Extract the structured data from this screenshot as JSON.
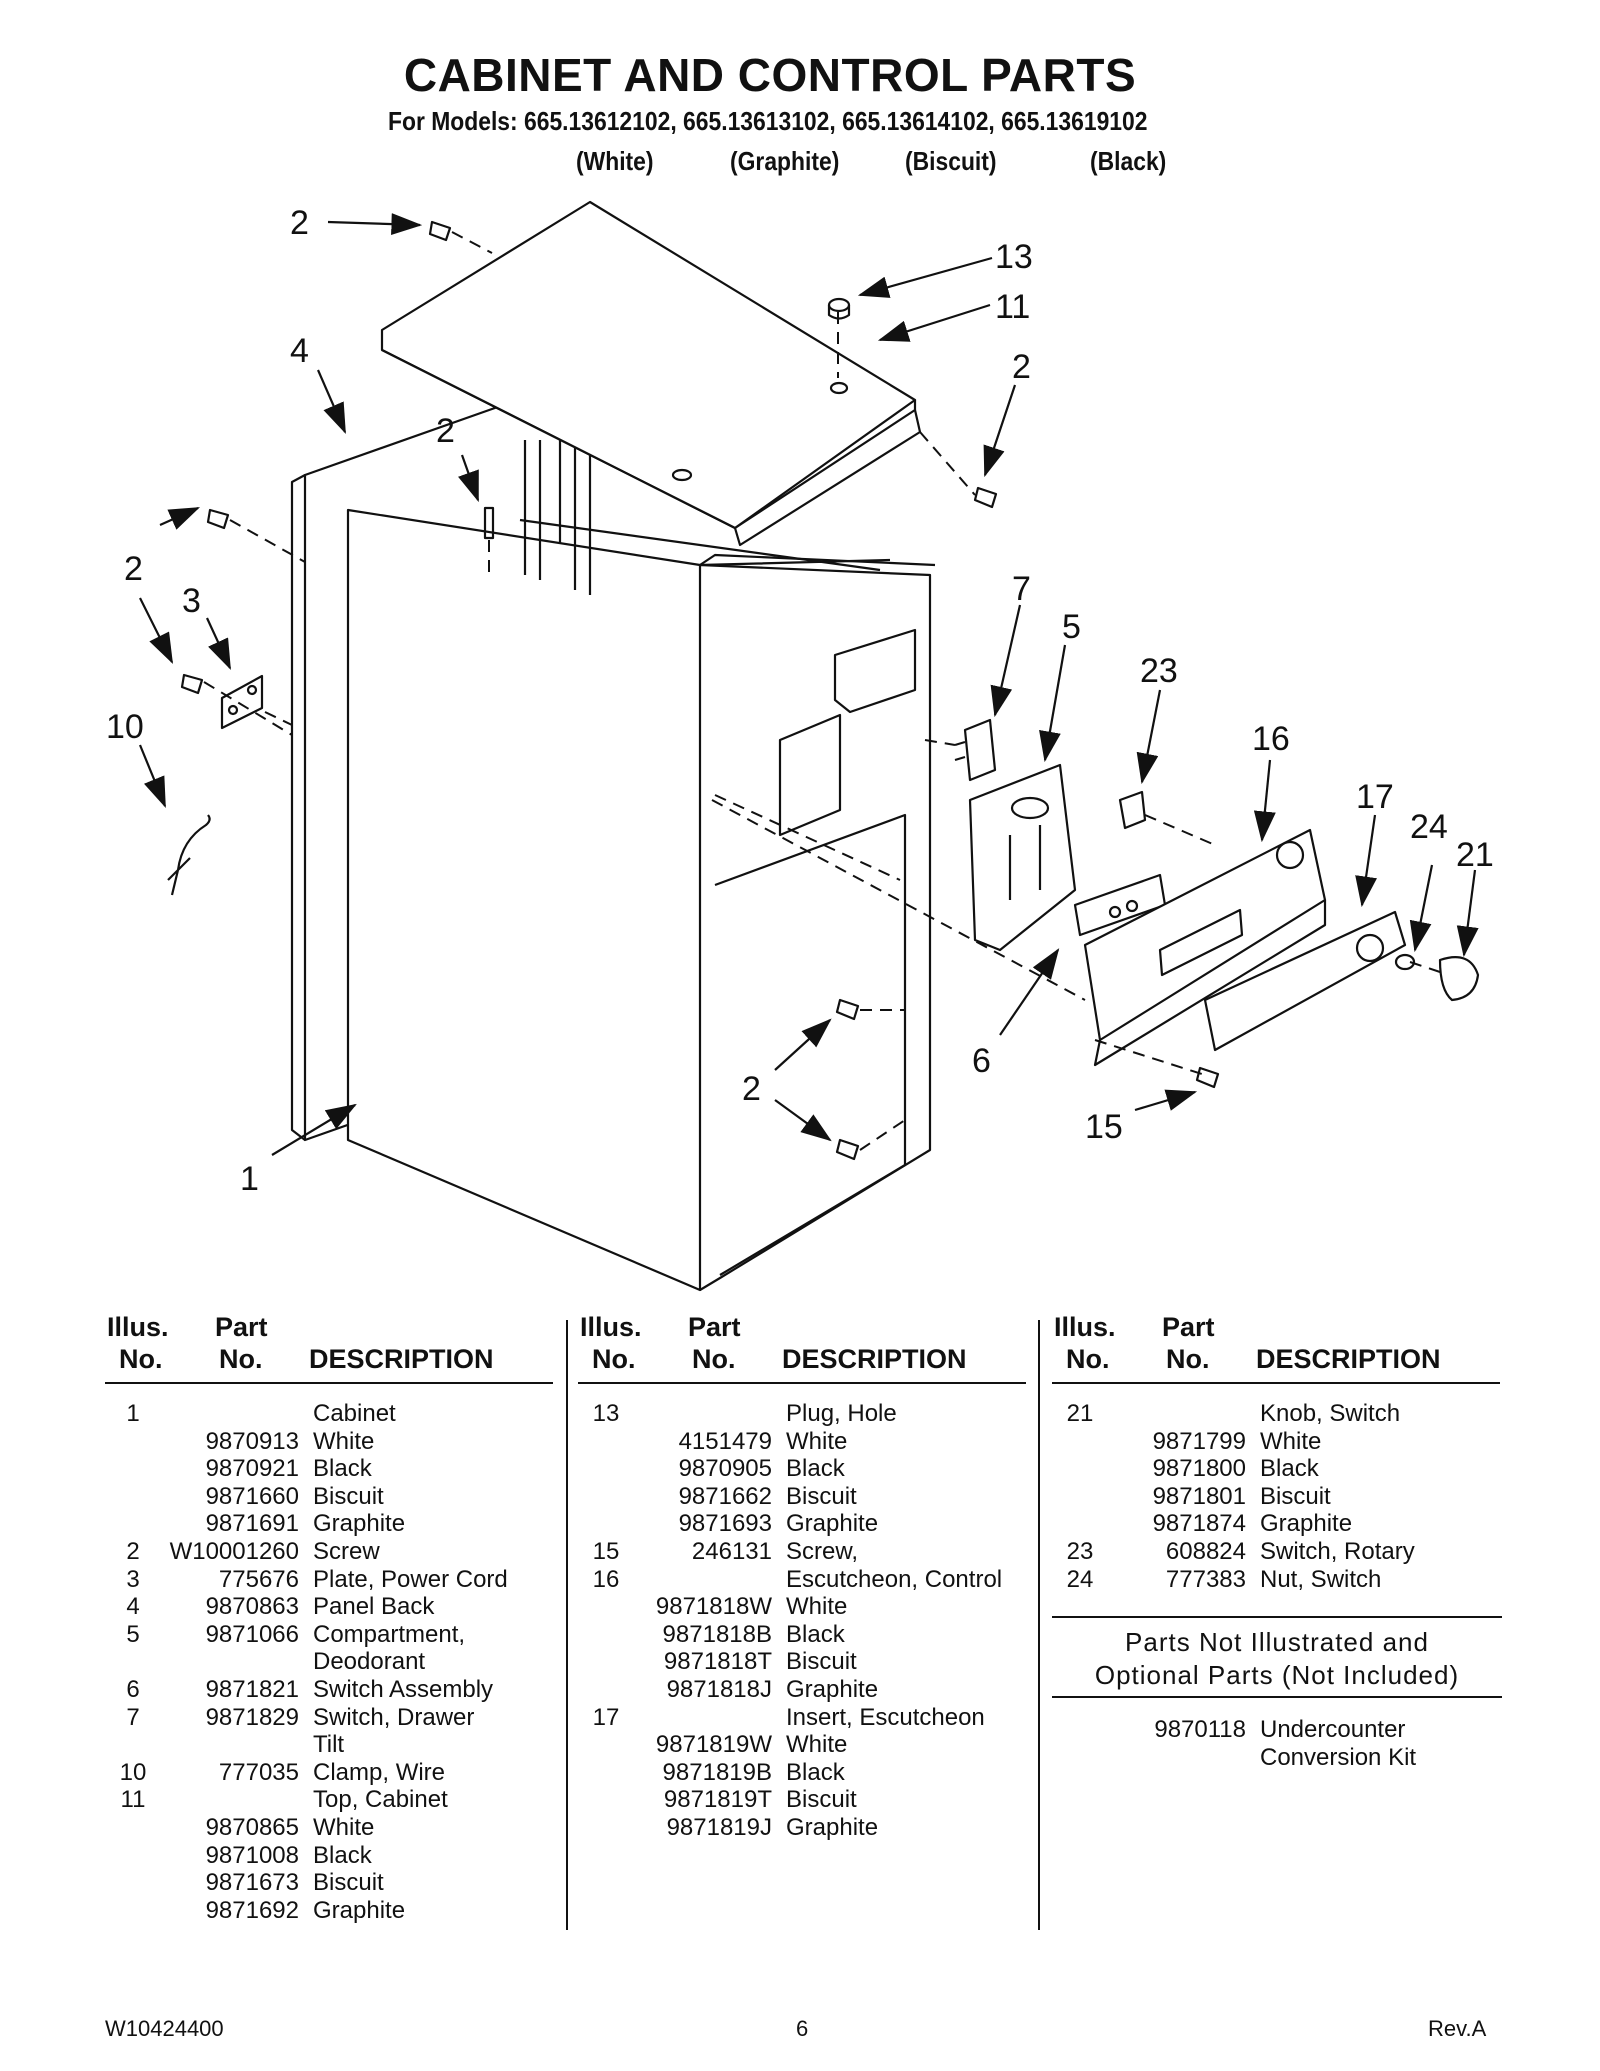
{
  "header": {
    "title": "CABINET AND CONTROL PARTS",
    "models_line": "For Models: 665.13612102, 665.13613102, 665.13614102, 665.13619102",
    "variants": [
      "(White)",
      "(Graphite)",
      "(Biscuit)",
      "(Black)"
    ]
  },
  "callouts": [
    "2",
    "13",
    "11",
    "2",
    "4",
    "2",
    "2",
    "3",
    "10",
    "7",
    "5",
    "23",
    "16",
    "17",
    "24",
    "21",
    "6",
    "2",
    "15",
    "1"
  ],
  "table_headers": {
    "illus_1": "Illus.",
    "illus_2": "No.",
    "part_1": "Part",
    "part_2": "No.",
    "description": "DESCRIPTION"
  },
  "columns": [
    {
      "rows": [
        {
          "illus": "1",
          "part": "",
          "desc": "Cabinet"
        },
        {
          "illus": "",
          "part": "9870913",
          "desc": "White"
        },
        {
          "illus": "",
          "part": "9870921",
          "desc": "Black"
        },
        {
          "illus": "",
          "part": "9871660",
          "desc": "Biscuit"
        },
        {
          "illus": "",
          "part": "9871691",
          "desc": "Graphite"
        },
        {
          "illus": "2",
          "part": "W10001260",
          "desc": "Screw"
        },
        {
          "illus": "3",
          "part": "775676",
          "desc": "Plate, Power Cord"
        },
        {
          "illus": "4",
          "part": "9870863",
          "desc": "Panel Back"
        },
        {
          "illus": "5",
          "part": "9871066",
          "desc": "Compartment,"
        },
        {
          "illus": "",
          "part": "",
          "desc": "Deodorant"
        },
        {
          "illus": "6",
          "part": "9871821",
          "desc": "Switch Assembly"
        },
        {
          "illus": "7",
          "part": "9871829",
          "desc": "Switch, Drawer"
        },
        {
          "illus": "",
          "part": "",
          "desc": "Tilt"
        },
        {
          "illus": "10",
          "part": "777035",
          "desc": "Clamp, Wire"
        },
        {
          "illus": "11",
          "part": "",
          "desc": "Top, Cabinet"
        },
        {
          "illus": "",
          "part": "9870865",
          "desc": "White"
        },
        {
          "illus": "",
          "part": "9871008",
          "desc": "Black"
        },
        {
          "illus": "",
          "part": "9871673",
          "desc": "Biscuit"
        },
        {
          "illus": "",
          "part": "9871692",
          "desc": "Graphite"
        }
      ]
    },
    {
      "rows": [
        {
          "illus": "13",
          "part": "",
          "desc": "Plug, Hole"
        },
        {
          "illus": "",
          "part": "4151479",
          "desc": "White"
        },
        {
          "illus": "",
          "part": "9870905",
          "desc": "Black"
        },
        {
          "illus": "",
          "part": "9871662",
          "desc": "Biscuit"
        },
        {
          "illus": "",
          "part": "9871693",
          "desc": "Graphite"
        },
        {
          "illus": "15",
          "part": "246131",
          "desc": "Screw,"
        },
        {
          "illus": "16",
          "part": "",
          "desc": "Escutcheon, Control"
        },
        {
          "illus": "",
          "part": "9871818W",
          "desc": "White"
        },
        {
          "illus": "",
          "part": "9871818B",
          "desc": "Black"
        },
        {
          "illus": "",
          "part": "9871818T",
          "desc": "Biscuit"
        },
        {
          "illus": "",
          "part": "9871818J",
          "desc": "Graphite"
        },
        {
          "illus": "17",
          "part": "",
          "desc": "Insert, Escutcheon"
        },
        {
          "illus": "",
          "part": "9871819W",
          "desc": "White"
        },
        {
          "illus": "",
          "part": "9871819B",
          "desc": "Black"
        },
        {
          "illus": "",
          "part": "9871819T",
          "desc": "Biscuit"
        },
        {
          "illus": "",
          "part": "9871819J",
          "desc": "Graphite"
        }
      ]
    },
    {
      "rows": [
        {
          "illus": "21",
          "part": "",
          "desc": "Knob, Switch"
        },
        {
          "illus": "",
          "part": "9871799",
          "desc": "White"
        },
        {
          "illus": "",
          "part": "9871800",
          "desc": "Black"
        },
        {
          "illus": "",
          "part": "9871801",
          "desc": "Biscuit"
        },
        {
          "illus": "",
          "part": "9871874",
          "desc": "Graphite"
        },
        {
          "illus": "23",
          "part": "608824",
          "desc": "Switch, Rotary"
        },
        {
          "illus": "24",
          "part": "777383",
          "desc": "Nut, Switch"
        }
      ]
    }
  ],
  "not_illustrated": {
    "title_line1": "Parts Not Illustrated and",
    "title_line2": "Optional Parts (Not Included)",
    "rows": [
      {
        "part": "9870118",
        "desc": "Undercounter"
      },
      {
        "part": "",
        "desc": "Conversion Kit"
      }
    ]
  },
  "footer": {
    "doc_number": "W10424400",
    "page": "6",
    "revision": "Rev.A"
  }
}
